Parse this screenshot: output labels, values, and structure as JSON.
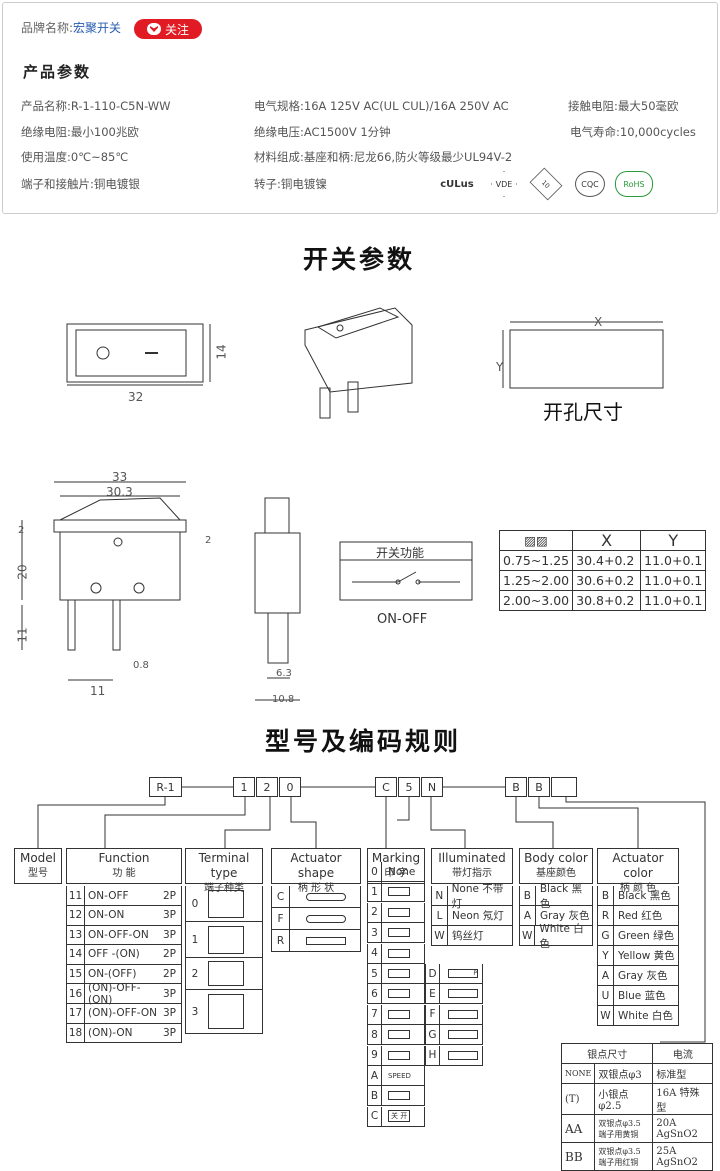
{
  "brand": {
    "label": "品牌名称:",
    "value": "宏聚开关",
    "follow": "关注"
  },
  "section_title": "产品参数",
  "params": [
    {
      "k": "产品名称:",
      "v": "R-1-110-C5N-WW"
    },
    {
      "k": "电气规格:",
      "v": "16A 125V AC(UL CUL)/16A 250V AC"
    },
    {
      "k": "接触电阻:",
      "v": "最大50毫欧"
    },
    {
      "k": "绝缘电阻:",
      "v": "最小100兆欧"
    },
    {
      "k": "绝缘电压:",
      "v": "AC1500V 1分钟"
    },
    {
      "k": "电气寿命:",
      "v": "10,000cycles"
    },
    {
      "k": "使用温度:",
      "v": "0℃~85℃"
    },
    {
      "k": "材料组成:",
      "v": "基座和柄:尼龙66,防火等级最少UL94V-2"
    },
    {
      "k": "端子和接触片:",
      "v": "铜电镀银"
    },
    {
      "k": "转子:",
      "v": "铜电镀镍"
    }
  ],
  "certs": [
    "cULus",
    "VDE",
    "10",
    "CQC",
    "RoHS"
  ],
  "switch_params_title": "开关参数",
  "dims": {
    "w32": "32",
    "h14": "14",
    "x": "X",
    "y": "Y",
    "hole": "开孔尺寸",
    "d33": "33",
    "d303": "30.3",
    "d2a": "2",
    "d2b": "2",
    "d20": "20",
    "d11": "11",
    "d08": "0.8",
    "d11b": "11",
    "d63": "6.3",
    "d108": "10.8"
  },
  "function_box": {
    "title": "开关功能",
    "label": "ON-OFF"
  },
  "hole_table": {
    "headers": [
      "X",
      "Y"
    ],
    "rows": [
      [
        "0.75~1.25",
        "30.4+0.2",
        "11.0+0.1"
      ],
      [
        "1.25~2.00",
        "30.6+0.2",
        "11.0+0.1"
      ],
      [
        "2.00~3.00",
        "30.8+0.2",
        "11.0+0.1"
      ]
    ]
  },
  "code_title": "型号及编码规则",
  "code_boxes": [
    "R-1",
    "1",
    "2",
    "0",
    "C",
    "5",
    "N",
    "B",
    "B",
    ""
  ],
  "columns": {
    "model": {
      "en": "Model",
      "cn": "型号"
    },
    "function": {
      "en": "Function",
      "cn": "功  能",
      "rows": [
        [
          "11",
          "ON-OFF",
          "2P"
        ],
        [
          "12",
          "ON-ON",
          "3P"
        ],
        [
          "13",
          "ON-OFF-ON",
          "3P"
        ],
        [
          "14",
          "OFF -(ON)",
          "2P"
        ],
        [
          "15",
          "ON-(OFF)",
          "2P"
        ],
        [
          "16",
          "(ON)-OFF-(ON)",
          "3P"
        ],
        [
          "17",
          "(ON)-OFF-ON",
          "3P"
        ],
        [
          "18",
          "(ON)-ON",
          "3P"
        ]
      ]
    },
    "terminal": {
      "en": "Terminal type",
      "cn": "端子种类",
      "rows": [
        "0",
        "1",
        "2",
        "3"
      ]
    },
    "actuator": {
      "en": "Actuator shape",
      "cn": "柄 形 状",
      "rows": [
        "C",
        "F",
        "R"
      ]
    },
    "marking": {
      "en": "Marking",
      "cn": "印  字",
      "rows": [
        "0",
        "1",
        "2",
        "3",
        "4",
        "5",
        "6",
        "7",
        "8",
        "9",
        "A",
        "B",
        "C"
      ],
      "none": "None",
      "speed": "SPEED",
      "kai": "关  开",
      "right": [
        "D",
        "E",
        "F",
        "G",
        "H"
      ],
      "p": "P"
    },
    "illum": {
      "en": "Illuminated",
      "cn": "带灯指示",
      "rows": [
        [
          "N",
          "None 不带灯"
        ],
        [
          "L",
          "Neon  氖灯"
        ],
        [
          "W",
          "钨丝灯"
        ]
      ]
    },
    "body": {
      "en": "Body color",
      "cn": "基座颜色",
      "rows": [
        [
          "B",
          "Black 黑色"
        ],
        [
          "A",
          "Gray 灰色"
        ],
        [
          "W",
          "White 白色"
        ]
      ]
    },
    "act_color": {
      "en": "Actuator color",
      "cn": "柄 颜 色",
      "rows": [
        [
          "B",
          "Black 黑色"
        ],
        [
          "R",
          "Red  红色"
        ],
        [
          "G",
          "Green 绿色"
        ],
        [
          "Y",
          "Yellow 黄色"
        ],
        [
          "A",
          "Gray 灰色"
        ],
        [
          "U",
          "Blue  蓝色"
        ],
        [
          "W",
          "White 白色"
        ]
      ]
    }
  },
  "silver": {
    "h1": "银点尺寸",
    "h2": "电流",
    "rows": [
      [
        "NONE",
        "双银点φ3",
        "标准型"
      ],
      [
        "(T)",
        "小银点φ2.5",
        "16A 特殊型"
      ],
      [
        "AA",
        "双银点φ3.5 端子用黄铜",
        "20A AgSnO2"
      ],
      [
        "BB",
        "双银点φ3.5 端子用红铜",
        "25A AgSnO2"
      ]
    ]
  }
}
